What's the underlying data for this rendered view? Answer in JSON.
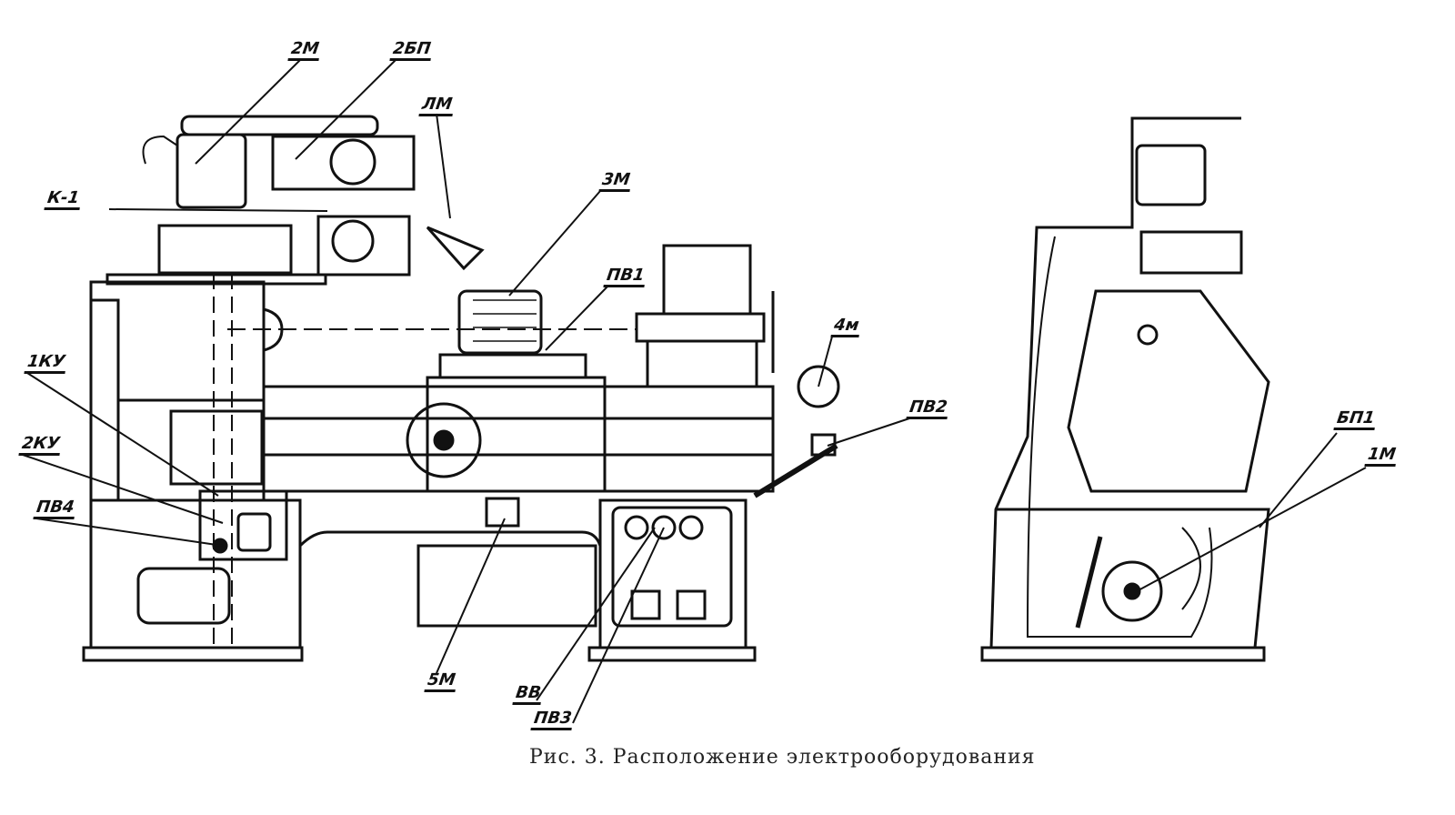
{
  "figure": {
    "caption": "Рис. 3. Расположение электрооборудования",
    "labels": {
      "m2": "2М",
      "bp2": "2БП",
      "lm": "ЛМ",
      "k1": "К-1",
      "m3": "3М",
      "pv1": "ПВ1",
      "m4": "4м",
      "pv2": "ПВ2",
      "ku1": "1КУ",
      "ku2": "2КУ",
      "pv4": "ПВ4",
      "m5": "5М",
      "vv": "ВВ",
      "pv3": "ПВ3",
      "bp1": "БП1",
      "m1": "1М"
    }
  }
}
